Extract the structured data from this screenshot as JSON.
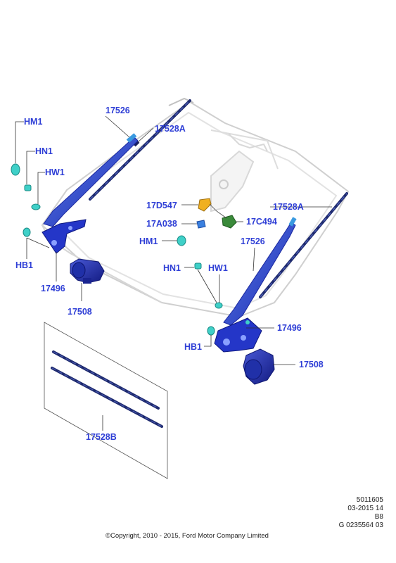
{
  "labels": {
    "hm1_left": "HM1",
    "hn1_left": "HN1",
    "hw1_left": "HW1",
    "hb1_left": "HB1",
    "arm_left": "17526",
    "blade_top": "17528A",
    "linkage_left": "17496",
    "motor_left": "17508",
    "nozzle_a": "17D547",
    "nozzle_b": "17A038",
    "pump": "17C494",
    "blade_right": "17528A",
    "hm1_right": "HM1",
    "arm_right": "17526",
    "hn1_right": "HN1",
    "hw1_right": "HW1",
    "linkage_right": "17496",
    "hb1_right": "HB1",
    "motor_right": "17508",
    "blade_set": "17528B"
  },
  "meta": {
    "line1": "5011605",
    "line2": "03-2015 14",
    "line3": "B8",
    "line4": "G 0235564 03"
  },
  "copyright": "©Copyright, 2010 - 2015, Ford Motor Company Limited",
  "colors": {
    "label": "#2f3fd6",
    "part_blue": "#2233cc",
    "fastener_teal": "#3fd0c8",
    "nozzle_yellow": "#f0b020",
    "pump_green": "#3a8a3a"
  }
}
